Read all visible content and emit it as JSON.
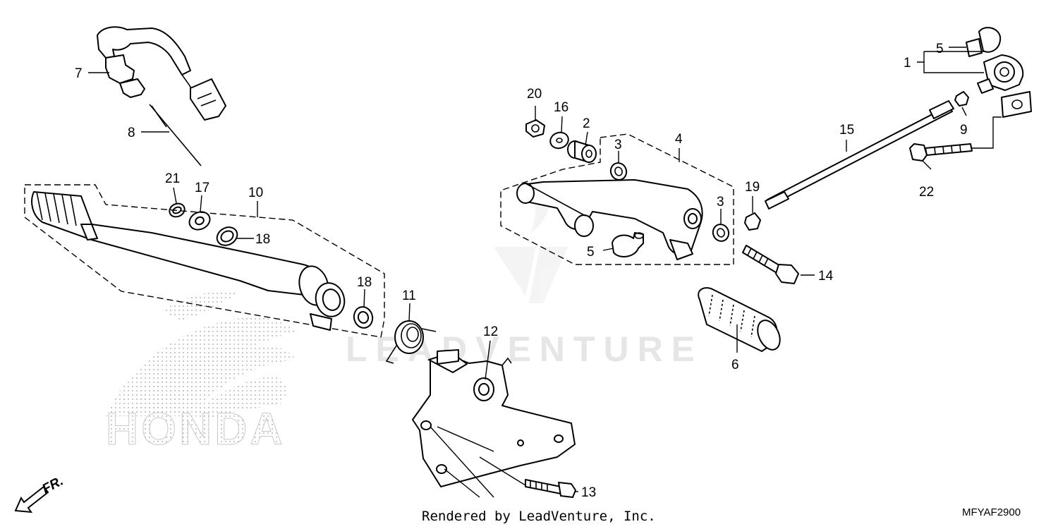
{
  "callouts": {
    "c1": "1",
    "c2": "2",
    "c3a": "3",
    "c3b": "3",
    "c4": "4",
    "c5a": "5",
    "c5b": "5",
    "c6": "6",
    "c7": "7",
    "c8": "8",
    "c9": "9",
    "c10": "10",
    "c11": "11",
    "c12": "12",
    "c13": "13",
    "c14": "14",
    "c15": "15",
    "c16": "16",
    "c17": "17",
    "c18a": "18",
    "c18b": "18",
    "c19": "19",
    "c20": "20",
    "c21": "21",
    "c22": "22"
  },
  "footer": {
    "credit": "Rendered by LeadVenture, Inc.",
    "diagram_code": "MFYAF2900"
  },
  "front_indicator": {
    "label": "FR.",
    "icon": "front-arrow-icon"
  },
  "watermark": {
    "text": "LEADVENTURE"
  },
  "brand_logo": {
    "text": "HONDA",
    "icon": "honda-wing-logo"
  },
  "colors": {
    "line": "#000000",
    "watermark": "#e6e6e6",
    "logo_dots": "#c9c9c9"
  }
}
